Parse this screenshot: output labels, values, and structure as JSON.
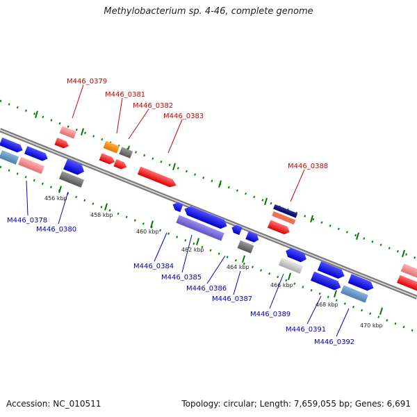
{
  "title": "Methylobacterium sp. 4-46, complete genome",
  "footer": {
    "accession": "Accession: NC_010511",
    "summary": "Topology: circular; Length: 7,659,055 bp; Genes: 6,691"
  },
  "colors": {
    "forward_gene": "#ff0000",
    "forward_gene_light": "#f08080",
    "reverse_gene": "#0000ff",
    "forward_label": "#cc0000",
    "reverse_label": "#0000bb",
    "backbone": "#888888",
    "tick": "#007700",
    "ruler_text": "#222222"
  },
  "ruler_labels": [
    "456 kbp",
    "458 kbp",
    "460 kbp",
    "462 kbp",
    "464 kbp",
    "466 kbp",
    "468 kbp",
    "470 kbp"
  ],
  "forward_gene_labels": [
    "M446_0379",
    "M446_0381",
    "M446_0382",
    "M446_0383",
    "M446_0388"
  ],
  "reverse_gene_labels": [
    "M446_0378",
    "M446_0380",
    "M446_0384",
    "M446_0385",
    "M446_0386",
    "M446_0387",
    "M446_0389",
    "M446_0391",
    "M446_0392"
  ]
}
